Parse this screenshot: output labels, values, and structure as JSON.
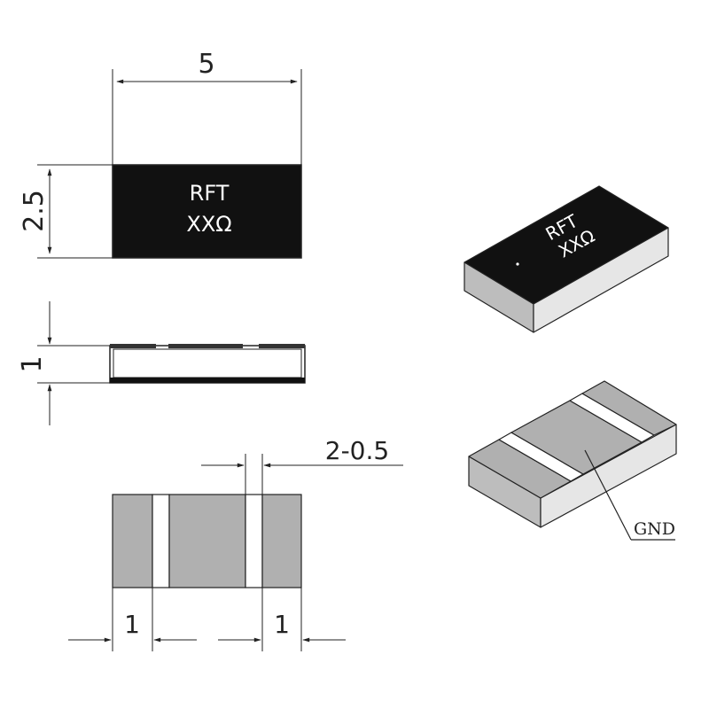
{
  "dimensions": {
    "length": "5",
    "width": "2.5",
    "thickness": "1",
    "pad_gap": "2-0.5",
    "pad_left": "1",
    "pad_right": "1"
  },
  "marking": {
    "line1": "RFT",
    "line2": "XXΩ"
  },
  "callout": {
    "ground": "GND"
  },
  "colors": {
    "body_black": "#111111",
    "terminal_gray": "#b0b0b0",
    "side_light": "#e6e6e6",
    "side_gray": "#bdbdbd",
    "stroke": "#222222"
  }
}
